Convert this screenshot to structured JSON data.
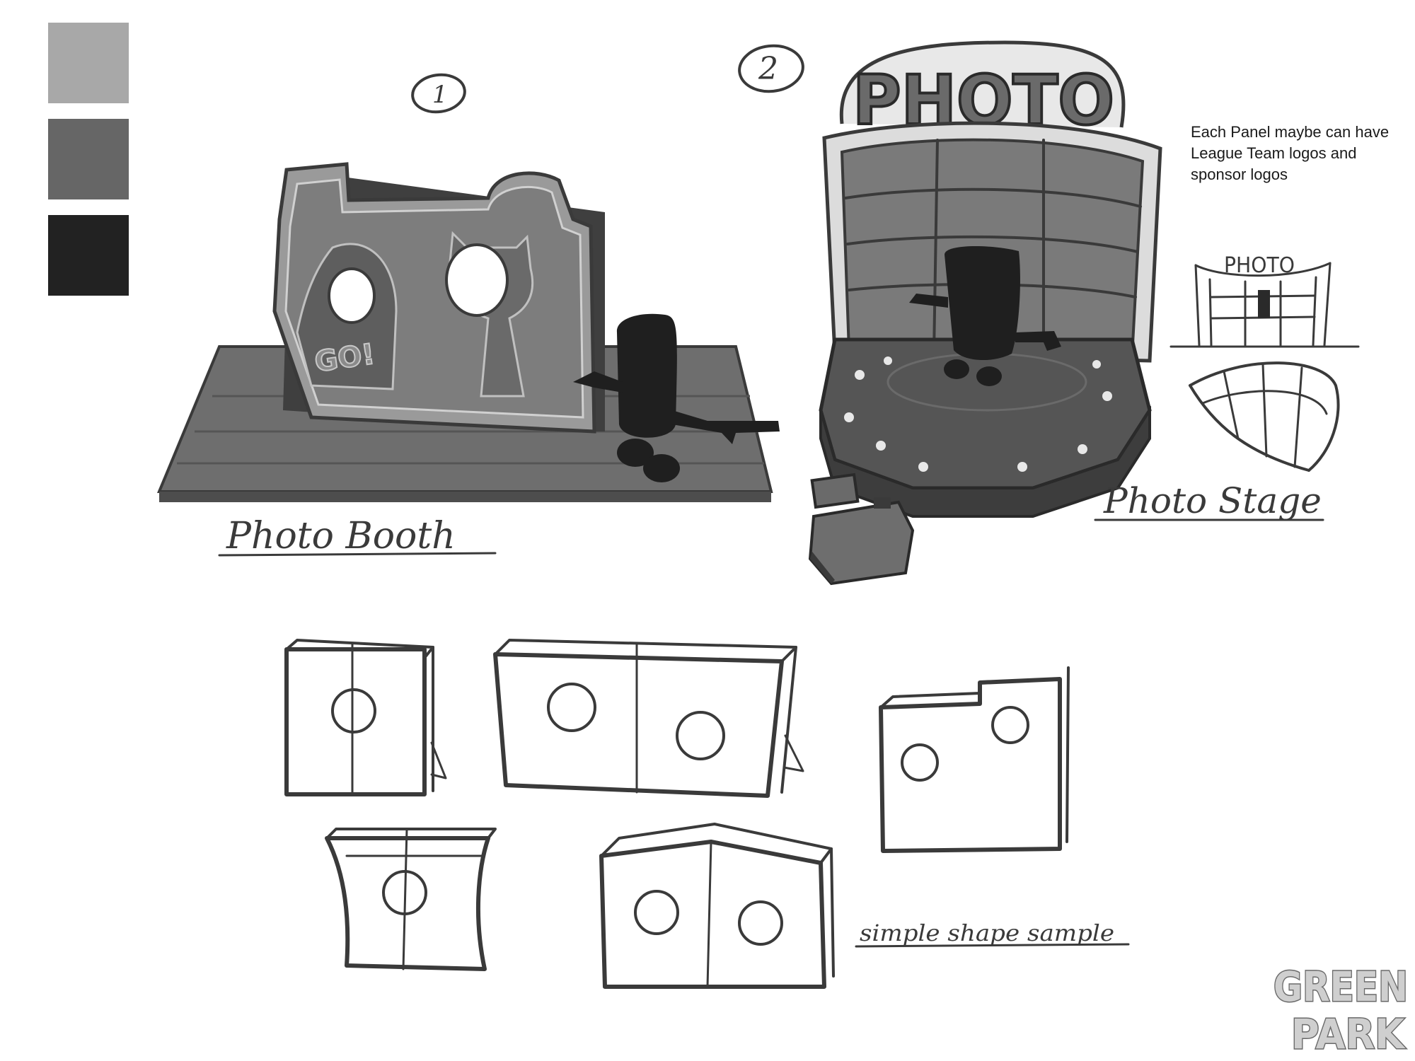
{
  "palette": {
    "swatches": [
      "#a8a8a8",
      "#666666",
      "#222222"
    ]
  },
  "labels": {
    "number_1": "1",
    "number_2": "2",
    "photo_booth": "Photo Booth",
    "photo_stage": "Photo Stage",
    "simple_shape": "simple shape sample",
    "booth_text": "GO!",
    "stage_sign": "PHOTO",
    "thumb_sign": "PHOTO"
  },
  "note": {
    "line1": "Each Panel maybe can have",
    "line2": "League Team logos and",
    "line3": "sponsor logos"
  },
  "logo": {
    "line1": "GREEN",
    "line2": "PARK"
  }
}
